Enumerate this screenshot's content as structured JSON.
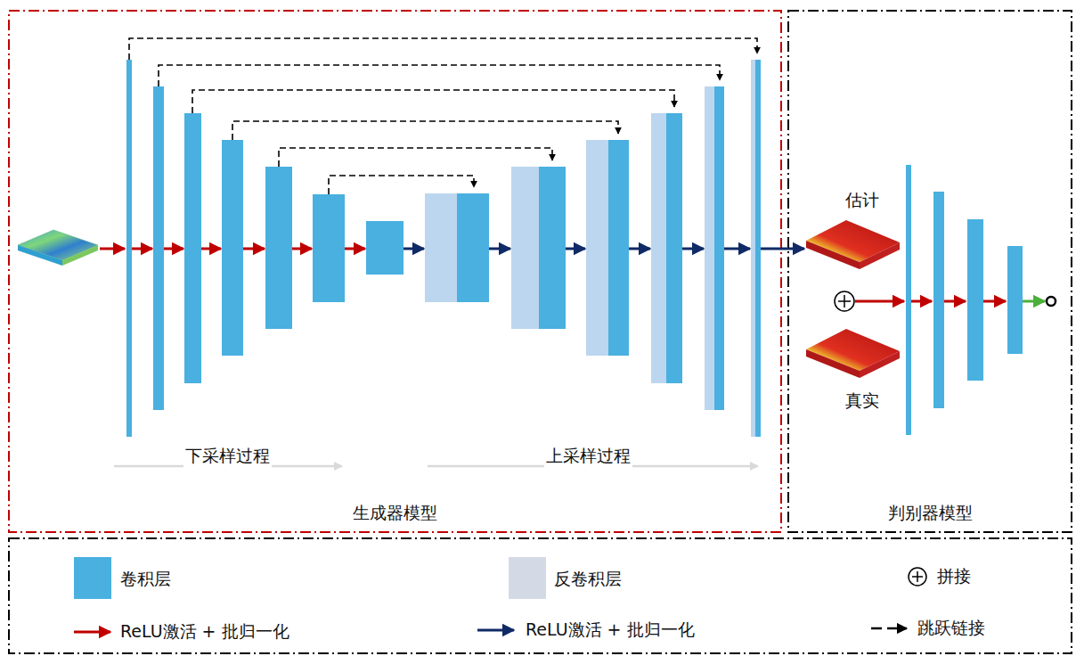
{
  "diagram": {
    "nodes": [
      {
        "text": [
          "生成器模型"
        ]
      },
      {
        "text": [
          "判别器模型"
        ]
      }
    ],
    "labels": [
      "估计",
      "真实",
      "下采样过程",
      "上采样过程"
    ],
    "legend": [
      {
        "text": "卷积层",
        "color": "#49b0e0"
      },
      {
        "text": "反卷积层",
        "color": "#d3dae6"
      },
      {
        "text": "拼接"
      },
      {
        "text": "ReLU激活 + 批归一化"
      },
      {
        "text": "ReLU激活 + 批归一化"
      },
      {
        "text": "跳跃链接"
      }
    ]
  }
}
